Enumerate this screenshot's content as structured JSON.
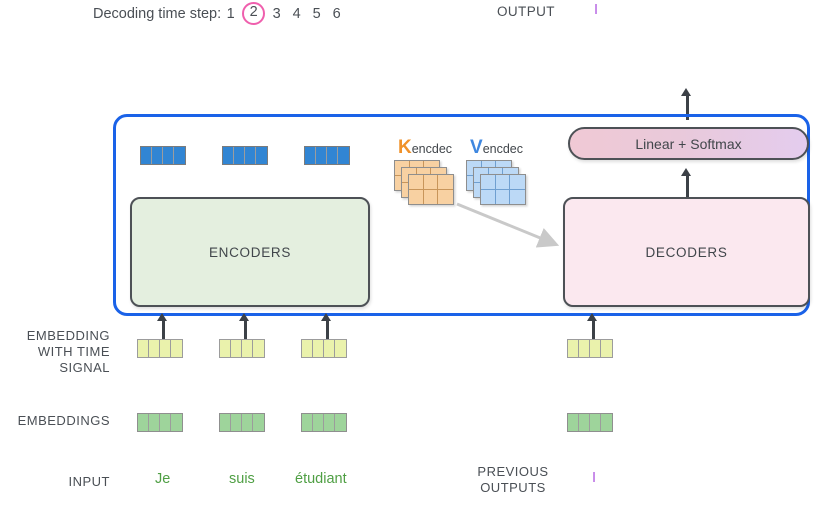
{
  "header": {
    "timestep_label": "Decoding time step:",
    "steps": [
      "1",
      "2",
      "3",
      "4",
      "5",
      "6"
    ],
    "active_step": "2",
    "active_step_color": "#ef5fad",
    "output_label": "OUTPUT",
    "output_token": "I",
    "output_token_color": "#b05ae0"
  },
  "diagram": {
    "container_border_color": "#1a62e8",
    "encoders_label": "ENCODERS",
    "encoders_color": "#e4efdf",
    "decoders_label": "DECODERS",
    "decoders_color": "#fbe8ef",
    "linear_softmax_label": "Linear + Softmax",
    "kv": {
      "k_letter": "K",
      "k_subscript": "encdec",
      "k_color": "#f0922b",
      "k_matrix_color": "#f8d1a2",
      "v_letter": "V",
      "v_subscript": "encdec",
      "v_color": "#3e87e0",
      "v_matrix_color": "#bcd9f6",
      "stack_count": 3,
      "matrix_cols": 3,
      "matrix_rows": 2
    },
    "encoder_output_vectors": {
      "count": 3,
      "cells": 4,
      "color": "#3185d3"
    }
  },
  "rows": {
    "embedding_time_label": "EMBEDDING\nWITH TIME\nSIGNAL",
    "embedding_time_label_lines": [
      "EMBEDDING",
      "WITH TIME",
      "SIGNAL"
    ],
    "embedding_time_color": "#eaf2ac",
    "embeddings_label": "EMBEDDINGS",
    "embeddings_color": "#9ed49b",
    "input_label": "INPUT",
    "vector_cells": 4
  },
  "inputs": {
    "words": [
      "Je",
      "suis",
      "étudiant"
    ],
    "word_color": "#4f9f44",
    "previous_outputs_label_lines": [
      "PREVIOUS",
      "OUTPUTS"
    ],
    "previous_output_token": "I",
    "previous_output_token_color": "#b05ae0"
  }
}
